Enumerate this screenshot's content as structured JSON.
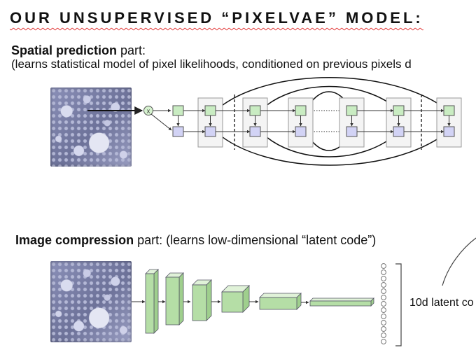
{
  "slide": {
    "title": "OUR UNSUPERVISED “PIXELVAE” MODEL:"
  },
  "spatial": {
    "heading_bold": "Spatial prediction",
    "heading_rest": " part:",
    "note": "(learns statistical model of pixel likelihoods, conditioned on previous pixels d"
  },
  "compression": {
    "heading_bold": "Image compression",
    "heading_rest": " part: (learns low-dimensional “latent code”)",
    "latent_label": "10d latent co"
  },
  "diagram": {
    "multiply_symbol": "x",
    "colors": {
      "green": "#c9ecc2",
      "green_block": "#b5dea6",
      "purple": "#d2d3f5",
      "stroke": "#444444"
    }
  }
}
